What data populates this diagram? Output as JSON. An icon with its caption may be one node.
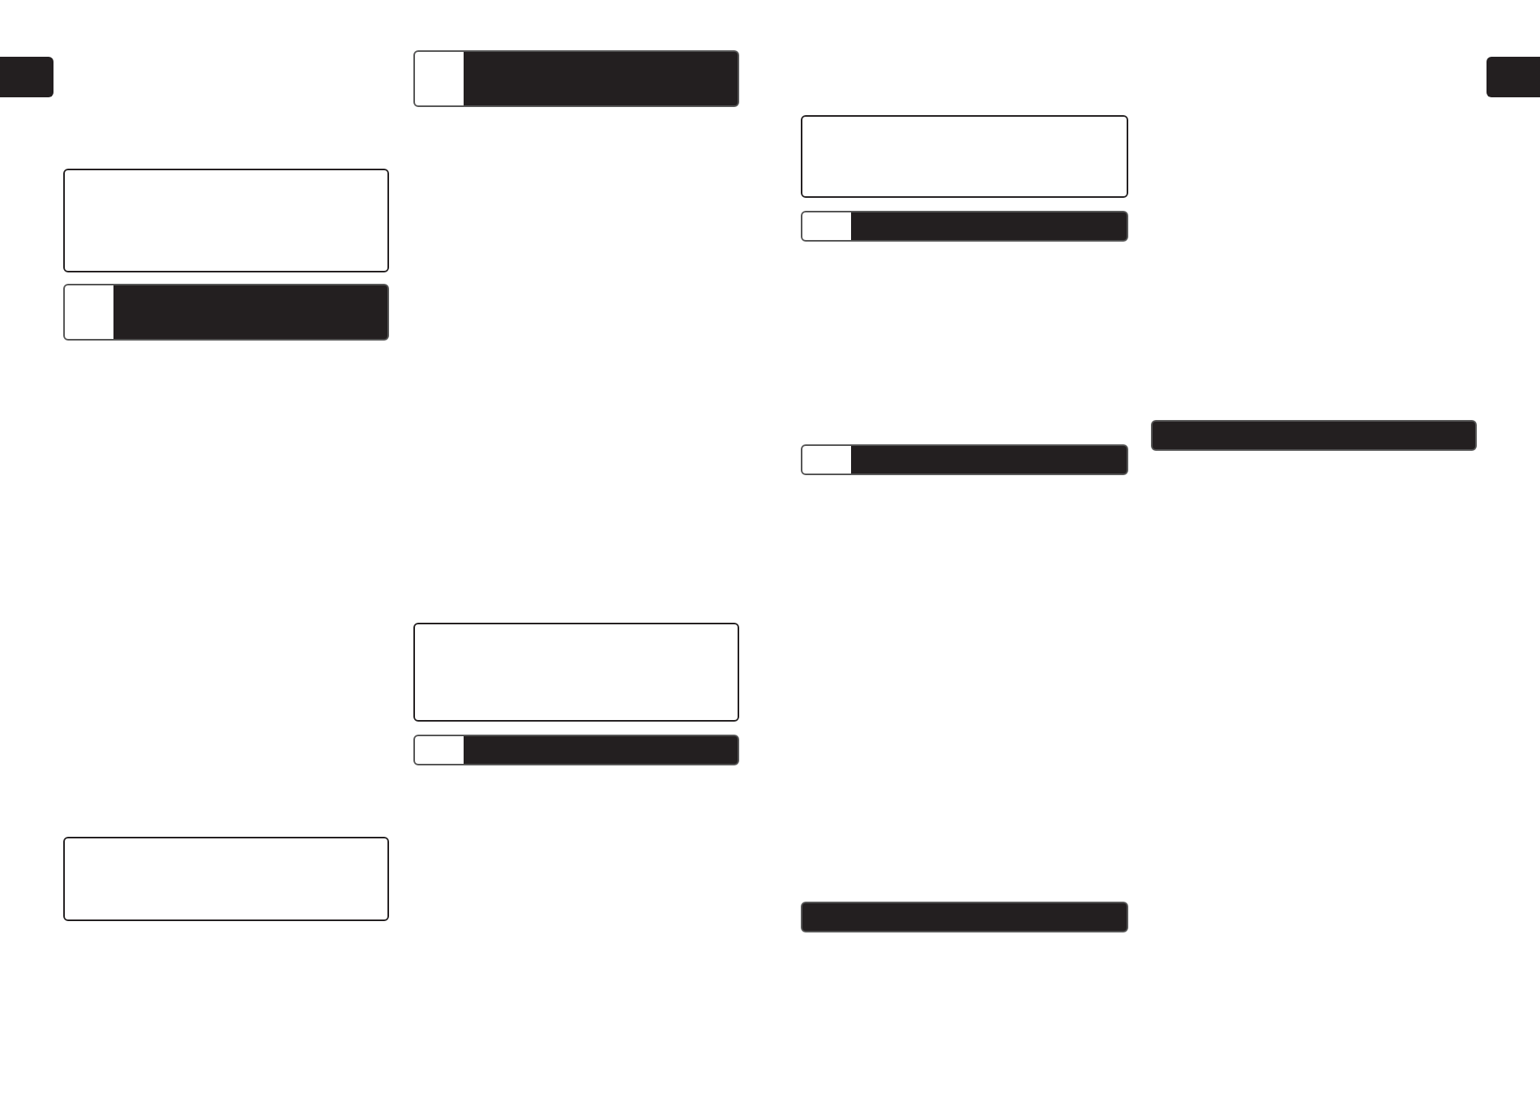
{
  "diagram": {
    "nodes": [
      {
        "text": [],
        "shape": "tab"
      },
      {
        "text": [],
        "shape": "box"
      },
      {
        "text": [],
        "shape": "bar"
      },
      {
        "text": [],
        "shape": "box"
      },
      {
        "text": [],
        "shape": "bar"
      },
      {
        "text": [],
        "shape": "box"
      },
      {
        "text": [],
        "shape": "bar"
      },
      {
        "text": [],
        "shape": "box"
      },
      {
        "text": [],
        "shape": "bar"
      },
      {
        "text": [],
        "shape": "bar"
      },
      {
        "text": [],
        "shape": "bar"
      },
      {
        "text": [],
        "shape": "bar"
      },
      {
        "text": [],
        "shape": "tab"
      }
    ]
  }
}
